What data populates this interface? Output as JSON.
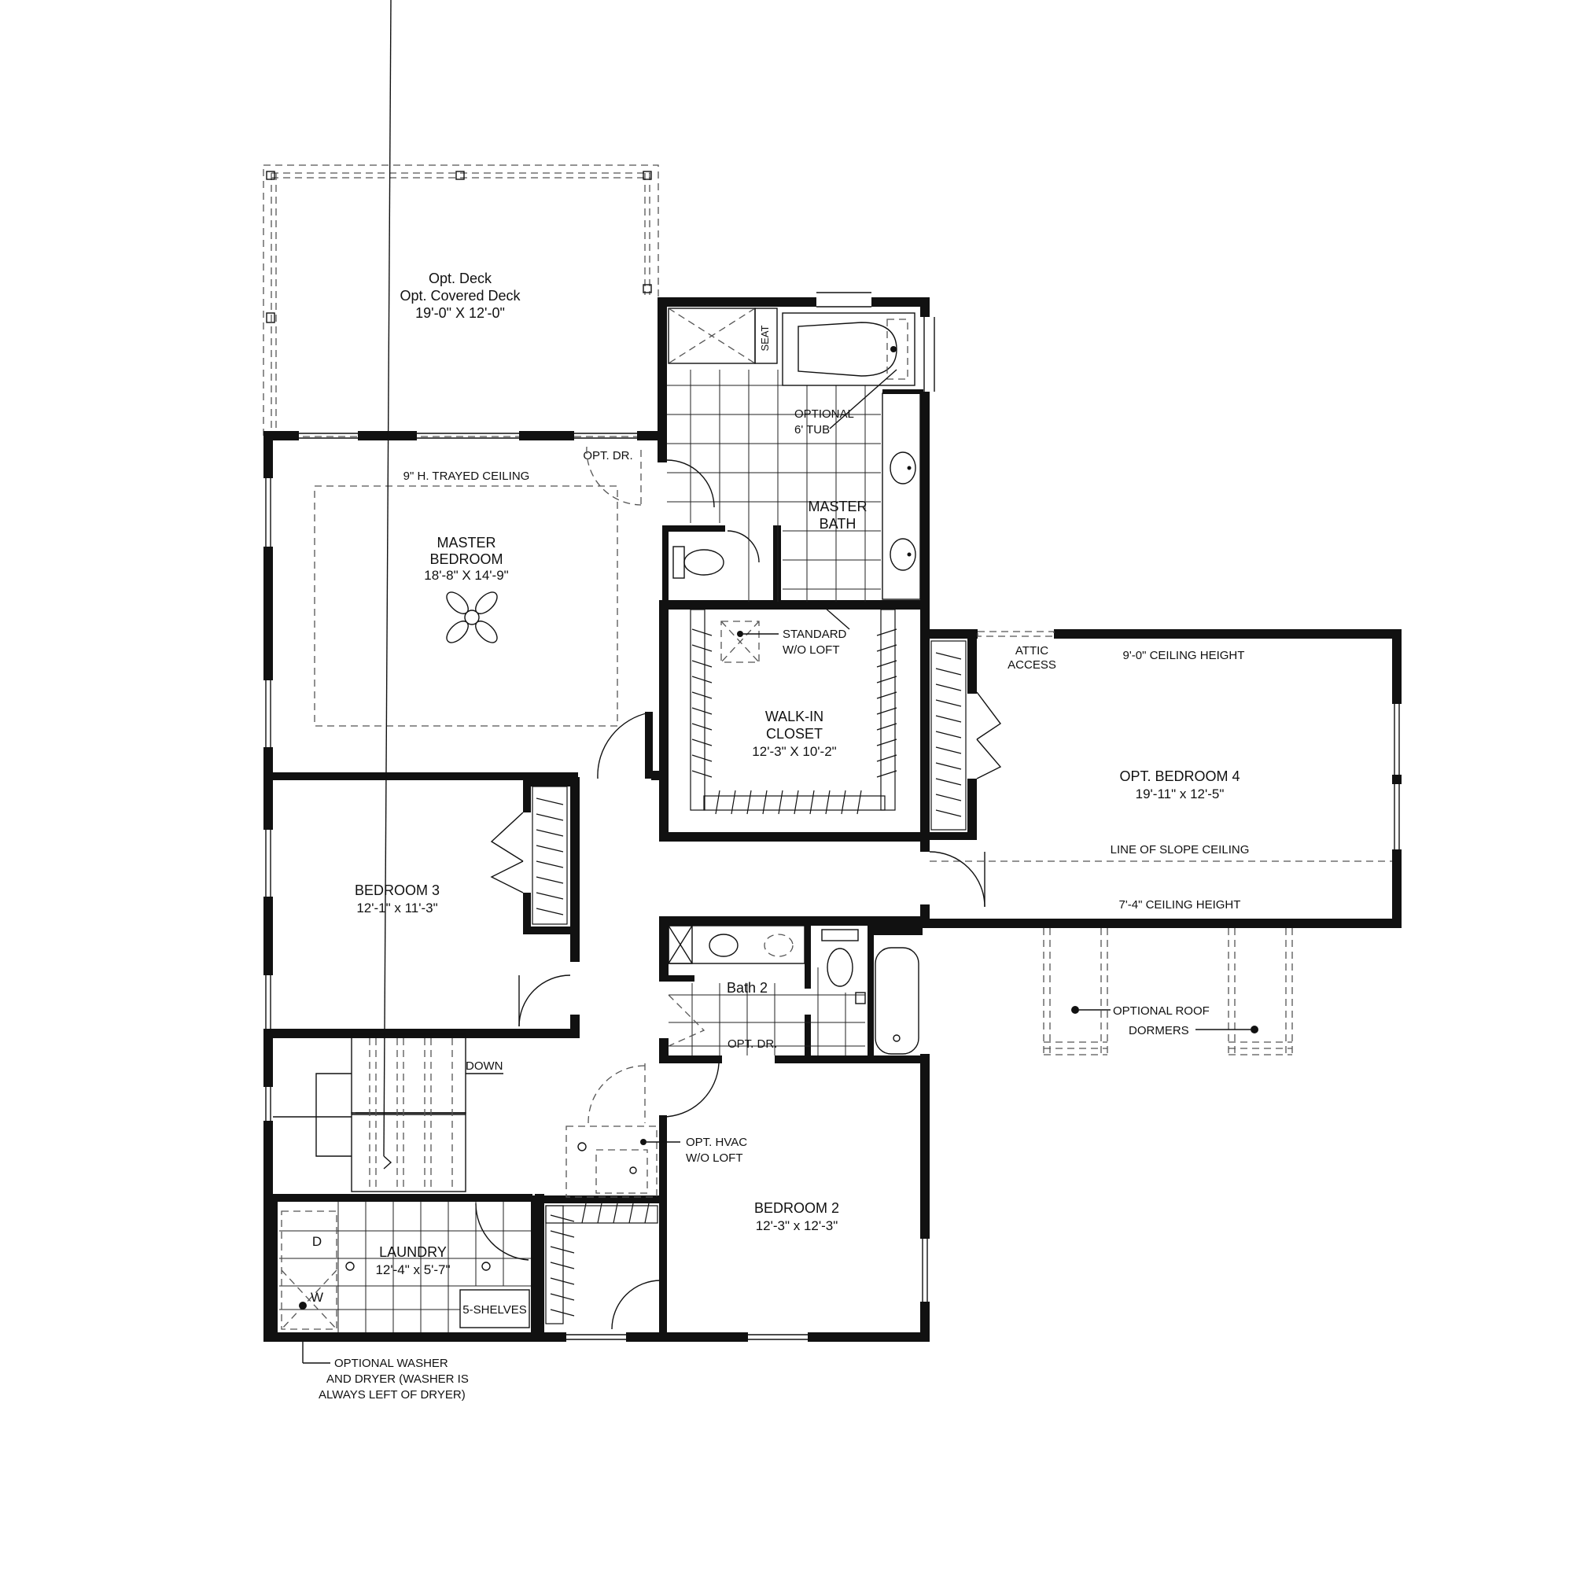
{
  "rooms": {
    "deck": {
      "line1": "Opt. Deck",
      "line2": "Opt. Covered Deck",
      "dims": "19'-0\" X 12'-0\""
    },
    "master_bedroom": {
      "line1": "MASTER",
      "line2": "BEDROOM",
      "dims": "18'-8\" X 14'-9\"",
      "ceiling": "9\" H. TRAYED CEILING",
      "opt_door": "OPT. DR."
    },
    "master_bath": {
      "line1": "MASTER",
      "line2": "BATH",
      "seat": "SEAT",
      "tub_line1": "OPTIONAL",
      "tub_line2": "6' TUB"
    },
    "walk_in_closet": {
      "line1": "WALK-IN",
      "line2": "CLOSET",
      "dims": "12'-3\" X 10'-2\"",
      "note_line1": "STANDARD",
      "note_line2": "W/O LOFT"
    },
    "bedroom4": {
      "title": "OPT. BEDROOM 4",
      "dims": "19'-11\" x 12'-5\"",
      "ceiling_top": "9'-0\" CEILING HEIGHT",
      "slope": "LINE OF SLOPE CEILING",
      "ceiling_bottom": "7'-4\" CEILING HEIGHT",
      "attic_line1": "ATTIC",
      "attic_line2": "ACCESS"
    },
    "bedroom3": {
      "title": "BEDROOM 3",
      "dims": "12'-1\" x 11'-3\""
    },
    "bath2": {
      "title": "Bath 2",
      "opt_door": "OPT. DR."
    },
    "dormers": {
      "line1": "OPTIONAL ROOF",
      "line2": "DORMERS"
    },
    "stairs": {
      "down": "DOWN"
    },
    "hvac": {
      "line1": "OPT. HVAC",
      "line2": "W/O LOFT"
    },
    "bedroom2": {
      "title": "BEDROOM 2",
      "dims": "12'-3\" x 12'-3\""
    },
    "laundry": {
      "title": "LAUNDRY",
      "dims": "12'-4\" x 5'-7\"",
      "shelves": "5-SHELVES",
      "dryer": "D",
      "washer": "W"
    },
    "washer_note": {
      "line1": "OPTIONAL WASHER",
      "line2": "AND DRYER (WASHER IS",
      "line3": "ALWAYS LEFT OF DRYER)"
    }
  },
  "colors": {
    "ink": "#111111",
    "background": "#ffffff"
  }
}
